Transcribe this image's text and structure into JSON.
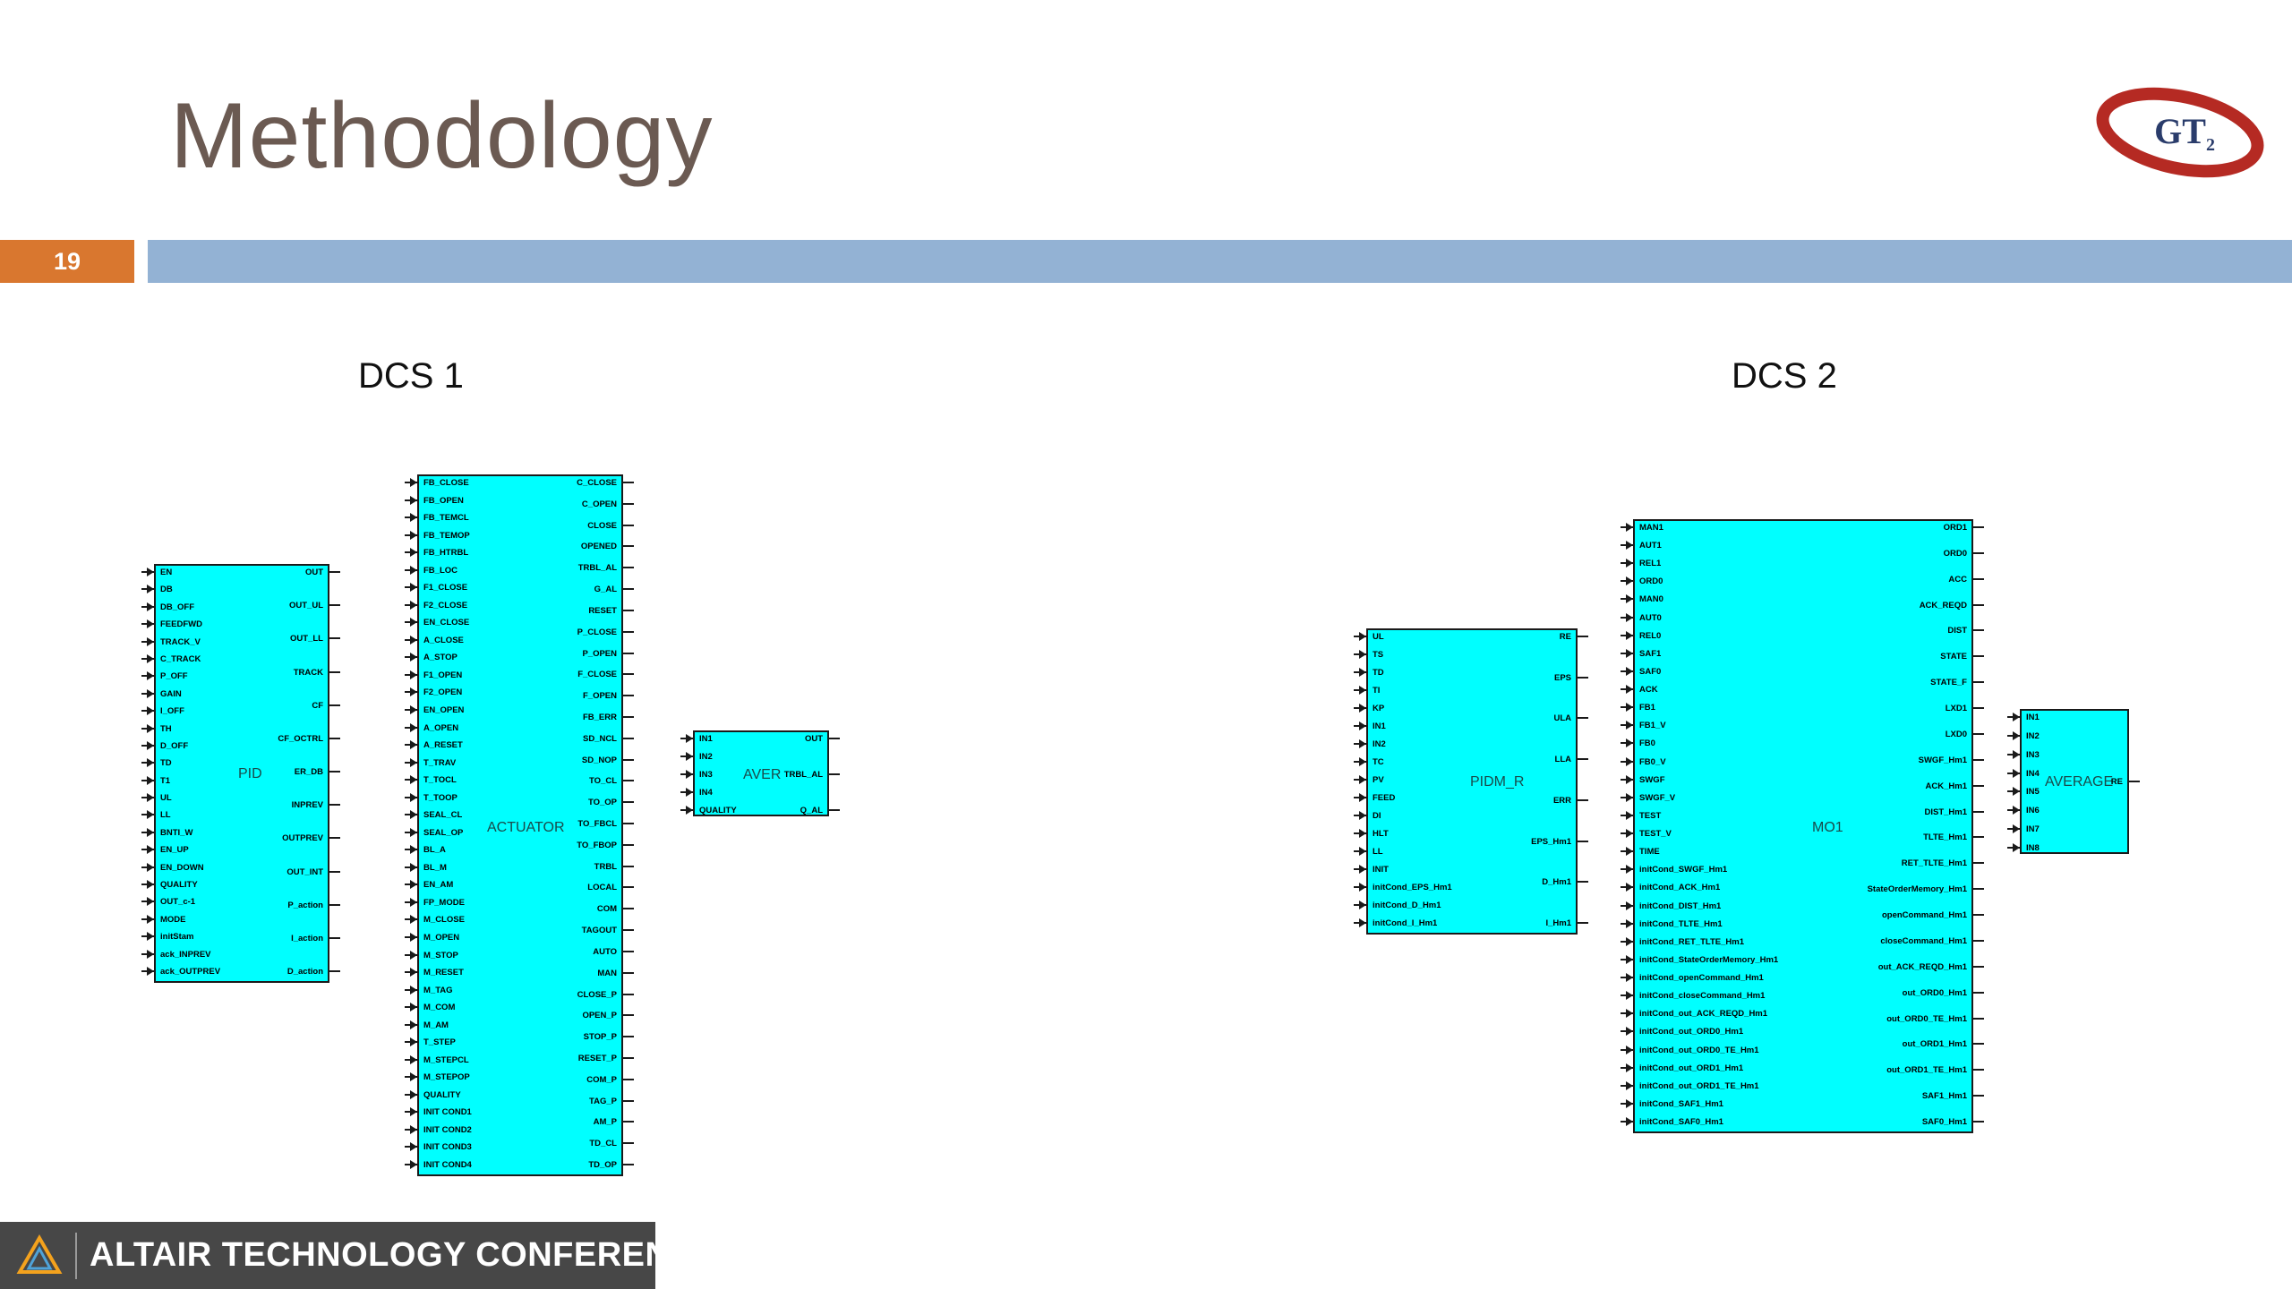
{
  "slide": {
    "title": "Methodology",
    "number": "19",
    "footer_text": "ALTAIR TECHNOLOGY CONFERENCE",
    "logo_text": "GT2"
  },
  "sections": {
    "dcs1": "DCS 1",
    "dcs2": "DCS 2"
  },
  "colors": {
    "block_fill": "#00ffff",
    "title_bar": "#93b2d4",
    "slide_number_bg": "#d9772f",
    "title_text": "#6b5a52",
    "footer_bg": "#474747"
  },
  "blocks": [
    {
      "id": "pid",
      "label": "PID",
      "inputs": [
        "EN",
        "DB",
        "DB_OFF",
        "FEEDFWD",
        "TRACK_V",
        "C_TRACK",
        "P_OFF",
        "GAIN",
        "I_OFF",
        "TH",
        "D_OFF",
        "TD",
        "T1",
        "UL",
        "LL",
        "BNTI_W",
        "EN_UP",
        "EN_DOWN",
        "QUALITY",
        "OUT_c-1",
        "MODE",
        "initStam",
        "ack_INPREV",
        "ack_OUTPREV"
      ],
      "outputs": [
        "OUT",
        "OUT_UL",
        "OUT_LL",
        "TRACK",
        "CF",
        "CF_OCTRL",
        "ER_DB",
        "INPREV",
        "OUTPREV",
        "OUT_INT",
        "P_action",
        "I_action",
        "D_action"
      ]
    },
    {
      "id": "actuator",
      "label": "ACTUATOR",
      "inputs": [
        "FB_CLOSE",
        "FB_OPEN",
        "FB_TEMCL",
        "FB_TEMOP",
        "FB_HTRBL",
        "FB_LOC",
        "F1_CLOSE",
        "F2_CLOSE",
        "EN_CLOSE",
        "A_CLOSE",
        "A_STOP",
        "F1_OPEN",
        "F2_OPEN",
        "EN_OPEN",
        "A_OPEN",
        "A_RESET",
        "T_TRAV",
        "T_TOCL",
        "T_TOOP",
        "SEAL_CL",
        "SEAL_OP",
        "BL_A",
        "BL_M",
        "EN_AM",
        "FP_MODE",
        "M_CLOSE",
        "M_OPEN",
        "M_STOP",
        "M_RESET",
        "M_TAG",
        "M_COM",
        "M_AM",
        "T_STEP",
        "M_STEPCL",
        "M_STEPOP",
        "QUALITY",
        "INIT COND1",
        "INIT COND2",
        "INIT COND3",
        "INIT COND4"
      ],
      "outputs": [
        "C_CLOSE",
        "C_OPEN",
        "CLOSE",
        "OPENED",
        "TRBL_AL",
        "G_AL",
        "RESET",
        "P_CLOSE",
        "P_OPEN",
        "F_CLOSE",
        "F_OPEN",
        "FB_ERR",
        "SD_NCL",
        "SD_NOP",
        "TO_CL",
        "TO_OP",
        "TO_FBCL",
        "TO_FBOP",
        "TRBL",
        "LOCAL",
        "COM",
        "TAGOUT",
        "AUTO",
        "MAN",
        "CLOSE_P",
        "OPEN_P",
        "STOP_P",
        "RESET_P",
        "COM_P",
        "TAG_P",
        "AM_P",
        "TD_CL",
        "TD_OP"
      ]
    },
    {
      "id": "aver",
      "label": "AVER",
      "inputs": [
        "IN1",
        "IN2",
        "IN3",
        "IN4",
        "QUALITY"
      ],
      "outputs": [
        "OUT",
        "TRBL_AL",
        "Q_AL"
      ]
    },
    {
      "id": "pidm-r",
      "label": "PIDM_R",
      "inputs": [
        "UL",
        "TS",
        "TD",
        "TI",
        "KP",
        "IN1",
        "IN2",
        "TC",
        "PV",
        "FEED",
        "DI",
        "HLT",
        "LL",
        "INIT",
        "initCond_EPS_Hm1",
        "initCond_D_Hm1",
        "initCond_I_Hm1"
      ],
      "outputs": [
        "RE",
        "EPS",
        "ULA",
        "LLA",
        "ERR",
        "EPS_Hm1",
        "D_Hm1",
        "I_Hm1"
      ]
    },
    {
      "id": "mo1",
      "label": "MO1",
      "inputs": [
        "MAN1",
        "AUT1",
        "REL1",
        "ORD0",
        "MAN0",
        "AUT0",
        "REL0",
        "SAF1",
        "SAF0",
        "ACK",
        "FB1",
        "FB1_V",
        "FB0",
        "FB0_V",
        "SWGF",
        "SWGF_V",
        "TEST",
        "TEST_V",
        "TIME",
        "initCond_SWGF_Hm1",
        "initCond_ACK_Hm1",
        "initCond_DIST_Hm1",
        "initCond_TLTE_Hm1",
        "initCond_RET_TLTE_Hm1",
        "initCond_StateOrderMemory_Hm1",
        "initCond_openCommand_Hm1",
        "initCond_closeCommand_Hm1",
        "initCond_out_ACK_REQD_Hm1",
        "initCond_out_ORD0_Hm1",
        "initCond_out_ORD0_TE_Hm1",
        "initCond_out_ORD1_Hm1",
        "initCond_out_ORD1_TE_Hm1",
        "initCond_SAF1_Hm1",
        "initCond_SAF0_Hm1"
      ],
      "outputs": [
        "ORD1",
        "ORD0",
        "ACC",
        "ACK_REQD",
        "DIST",
        "STATE",
        "STATE_F",
        "LXD1",
        "LXD0",
        "SWGF_Hm1",
        "ACK_Hm1",
        "DIST_Hm1",
        "TLTE_Hm1",
        "RET_TLTE_Hm1",
        "StateOrderMemory_Hm1",
        "openCommand_Hm1",
        "closeCommand_Hm1",
        "out_ACK_REQD_Hm1",
        "out_ORD0_Hm1",
        "out_ORD0_TE_Hm1",
        "out_ORD1_Hm1",
        "out_ORD1_TE_Hm1",
        "SAF1_Hm1",
        "SAF0_Hm1"
      ]
    },
    {
      "id": "average",
      "label": "AVERAGE",
      "inputs": [
        "IN1",
        "IN2",
        "IN3",
        "IN4",
        "IN5",
        "IN6",
        "IN7",
        "IN8"
      ],
      "outputs": [
        "RE"
      ]
    }
  ]
}
